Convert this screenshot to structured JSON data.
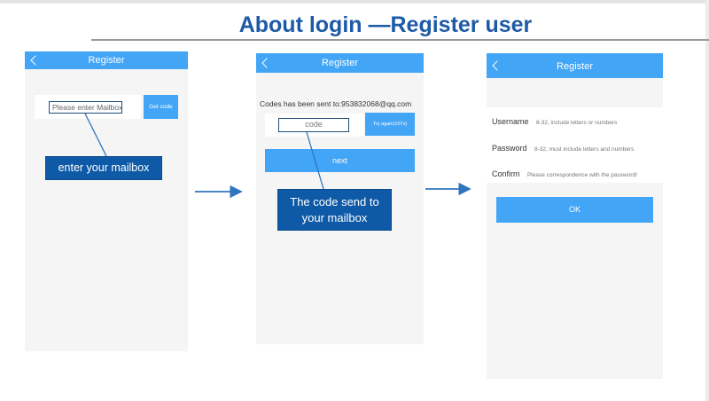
{
  "slide": {
    "title": "About login —Register user"
  },
  "screen1": {
    "title": "Register",
    "mailbox_placeholder": "Please enter Mailbox",
    "get_code_label": "Get code",
    "callout": "enter your mailbox"
  },
  "screen2": {
    "title": "Register",
    "sent_text": "Codes has been sent to:953832068@qq.com",
    "code_placeholder": "code",
    "retry_label": "Try again(107s)",
    "next_label": "next",
    "callout_line1": "The code send to",
    "callout_line2": "your mailbox"
  },
  "screen3": {
    "title": "Register",
    "username_label": "Username",
    "username_hint": "8-32, include letters or numbers",
    "password_label": "Password",
    "password_hint": "8-32, must include letters and numbers",
    "confirm_label": "Confirm",
    "confirm_hint": "Please correspondence with the password!",
    "ok_label": "OK"
  },
  "colors": {
    "accent": "#42a5f5",
    "callout": "#0e5aa6",
    "title": "#1d5aa7",
    "arrow": "#2f74c0"
  },
  "icons": [
    "back-chevron-icon",
    "arrow-right-icon"
  ]
}
